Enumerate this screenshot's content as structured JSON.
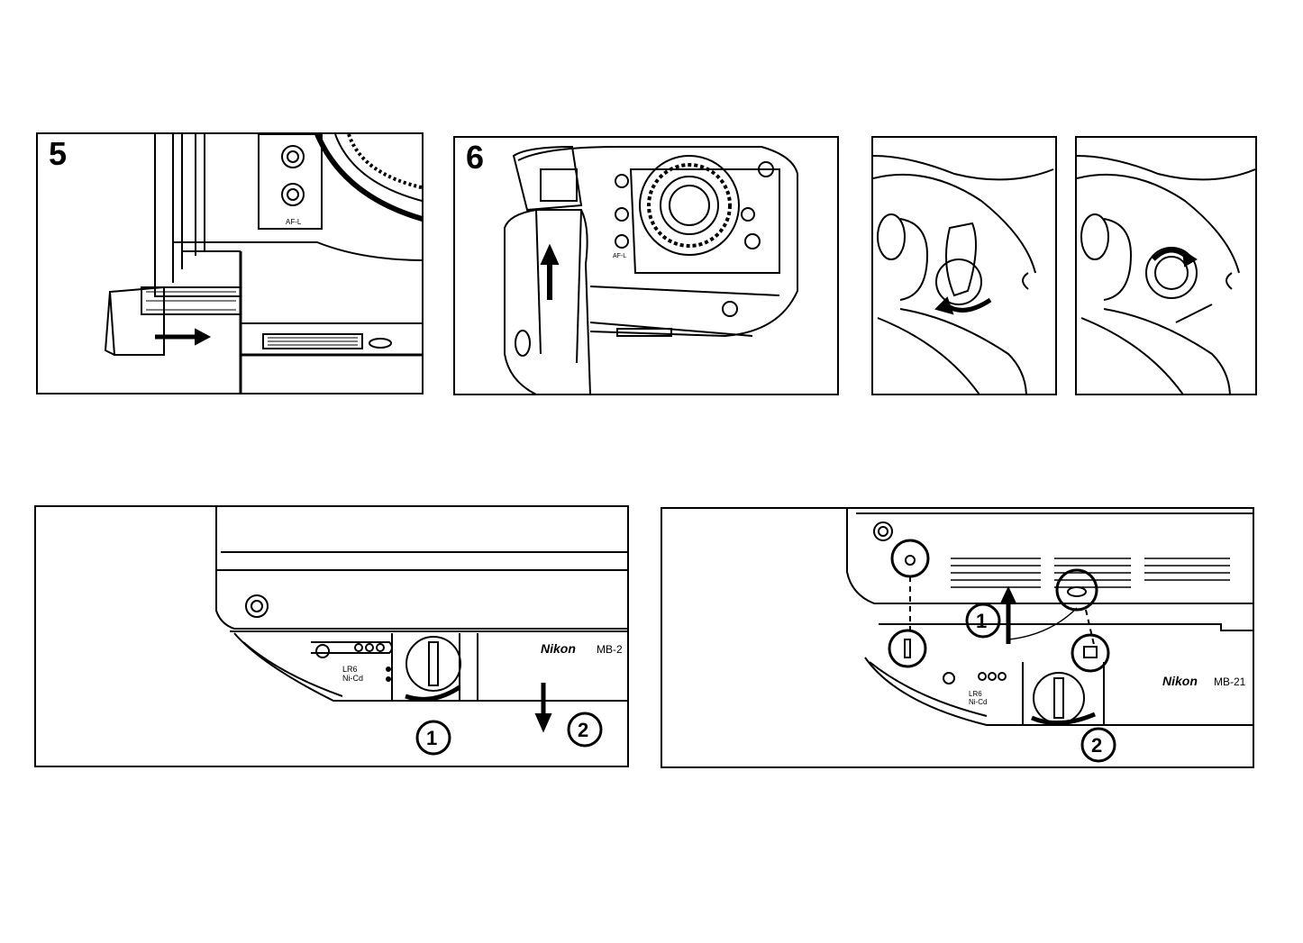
{
  "panels": {
    "p5": {
      "step": "5",
      "label_afl": "AF-L"
    },
    "p6": {
      "step": "6",
      "label_afl": "AF-L"
    },
    "bl": {
      "brand": "Nikon",
      "model": "MB-2",
      "battery_types": [
        "LR6",
        "Ni-Cd"
      ],
      "callouts": [
        "1",
        "2"
      ]
    },
    "br": {
      "brand": "Nikon",
      "model": "MB-21",
      "battery_types": [
        "LR6",
        "Ni-Cd"
      ],
      "callouts": [
        "1",
        "2"
      ]
    }
  },
  "colors": {
    "ink": "#000000",
    "paper": "#ffffff"
  }
}
